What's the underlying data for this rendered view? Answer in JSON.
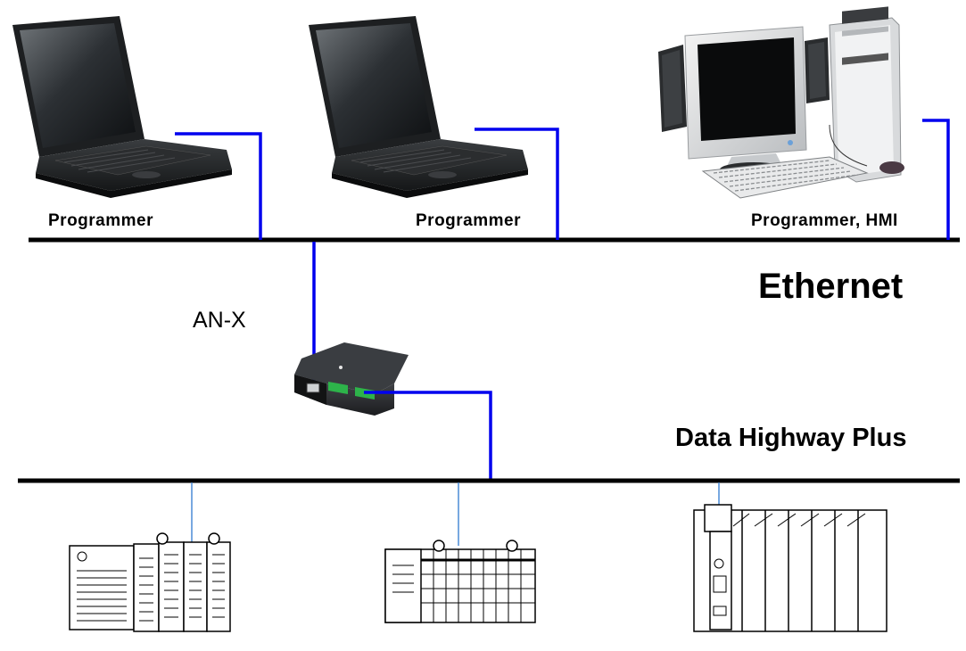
{
  "labels": {
    "programmer_1": "Programmer",
    "programmer_2": "Programmer",
    "programmer_hmi": "Programmer, HMI",
    "ethernet": "Ethernet",
    "anx": "AN-X",
    "dhplus": "Data Highway Plus"
  },
  "colors": {
    "ethernet_cable": "#0000ee",
    "dhplus_drop": "#4a8ad6",
    "bus_line": "#000000",
    "anx_port_green": "#2db34a"
  },
  "icons": {
    "laptop": "laptop-icon",
    "desktop": "desktop-pc-icon",
    "gateway": "anx-gateway-icon",
    "plc": "plc-icon"
  }
}
